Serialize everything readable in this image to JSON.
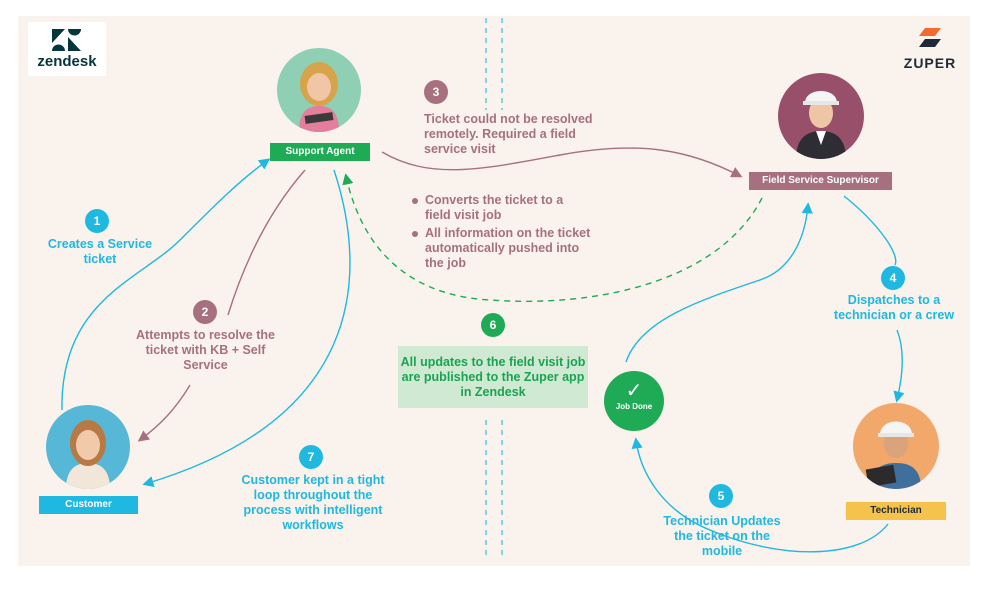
{
  "logos": {
    "left": "zendesk",
    "right": "ZUPER"
  },
  "roles": {
    "support_agent": "Support Agent",
    "field_supervisor": "Field Service Supervisor",
    "customer": "Customer",
    "technician": "Technician"
  },
  "steps": {
    "s1": {
      "num": "1",
      "text": "Creates a Service ticket"
    },
    "s2": {
      "num": "2",
      "text": "Attempts to resolve the ticket with KB + Self Service"
    },
    "s3": {
      "num": "3",
      "text": "Ticket could not be resolved remotely. Required a field service visit"
    },
    "s4": {
      "num": "4",
      "text": "Dispatches to a technician or a crew"
    },
    "s5": {
      "num": "5",
      "text": "Technician Updates the ticket on the mobile"
    },
    "s6": {
      "num": "6",
      "text": "All updates to the field visit job are published to the Zuper app in Zendesk"
    },
    "s7": {
      "num": "7",
      "text": "Customer kept in a tight loop throughout the process with intelligent workflows"
    }
  },
  "bullets": [
    "Converts the ticket to a field visit job",
    "All information on the ticket automatically pushed into the job"
  ],
  "job_done": "Job Done",
  "colors": {
    "cyan": "#1eb8e0",
    "mauve": "#a7707f",
    "green": "#1faa55",
    "orange": "#f5c24b",
    "bg": "#faf3ed"
  }
}
